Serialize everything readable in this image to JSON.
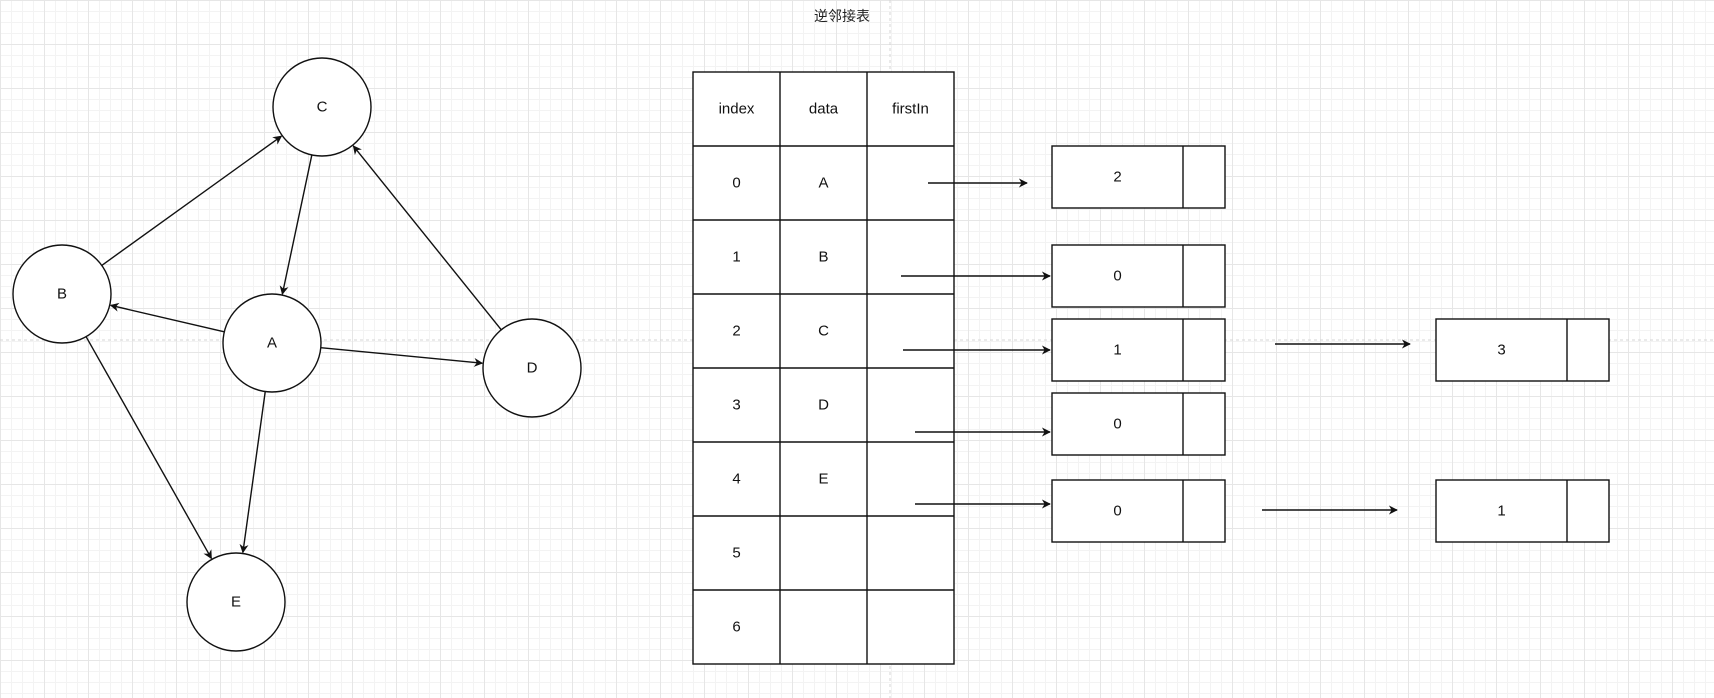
{
  "title": "逆邻接表",
  "graph": {
    "nodes": [
      {
        "id": "A",
        "label": "A"
      },
      {
        "id": "B",
        "label": "B"
      },
      {
        "id": "C",
        "label": "C"
      },
      {
        "id": "D",
        "label": "D"
      },
      {
        "id": "E",
        "label": "E"
      }
    ],
    "edges": [
      {
        "from": "B",
        "to": "C"
      },
      {
        "from": "C",
        "to": "A"
      },
      {
        "from": "D",
        "to": "C"
      },
      {
        "from": "A",
        "to": "B"
      },
      {
        "from": "A",
        "to": "D"
      },
      {
        "from": "A",
        "to": "E"
      },
      {
        "from": "B",
        "to": "E"
      }
    ]
  },
  "table": {
    "headers": [
      "index",
      "data",
      "firstIn"
    ],
    "rows": [
      {
        "index": "0",
        "data": "A"
      },
      {
        "index": "1",
        "data": "B"
      },
      {
        "index": "2",
        "data": "C"
      },
      {
        "index": "3",
        "data": "D"
      },
      {
        "index": "4",
        "data": "E"
      },
      {
        "index": "5",
        "data": ""
      },
      {
        "index": "6",
        "data": ""
      }
    ]
  },
  "arc_lists": [
    [
      "2"
    ],
    [
      "0"
    ],
    [
      "1",
      "3"
    ],
    [
      "0"
    ],
    [
      "0",
      "1"
    ]
  ]
}
